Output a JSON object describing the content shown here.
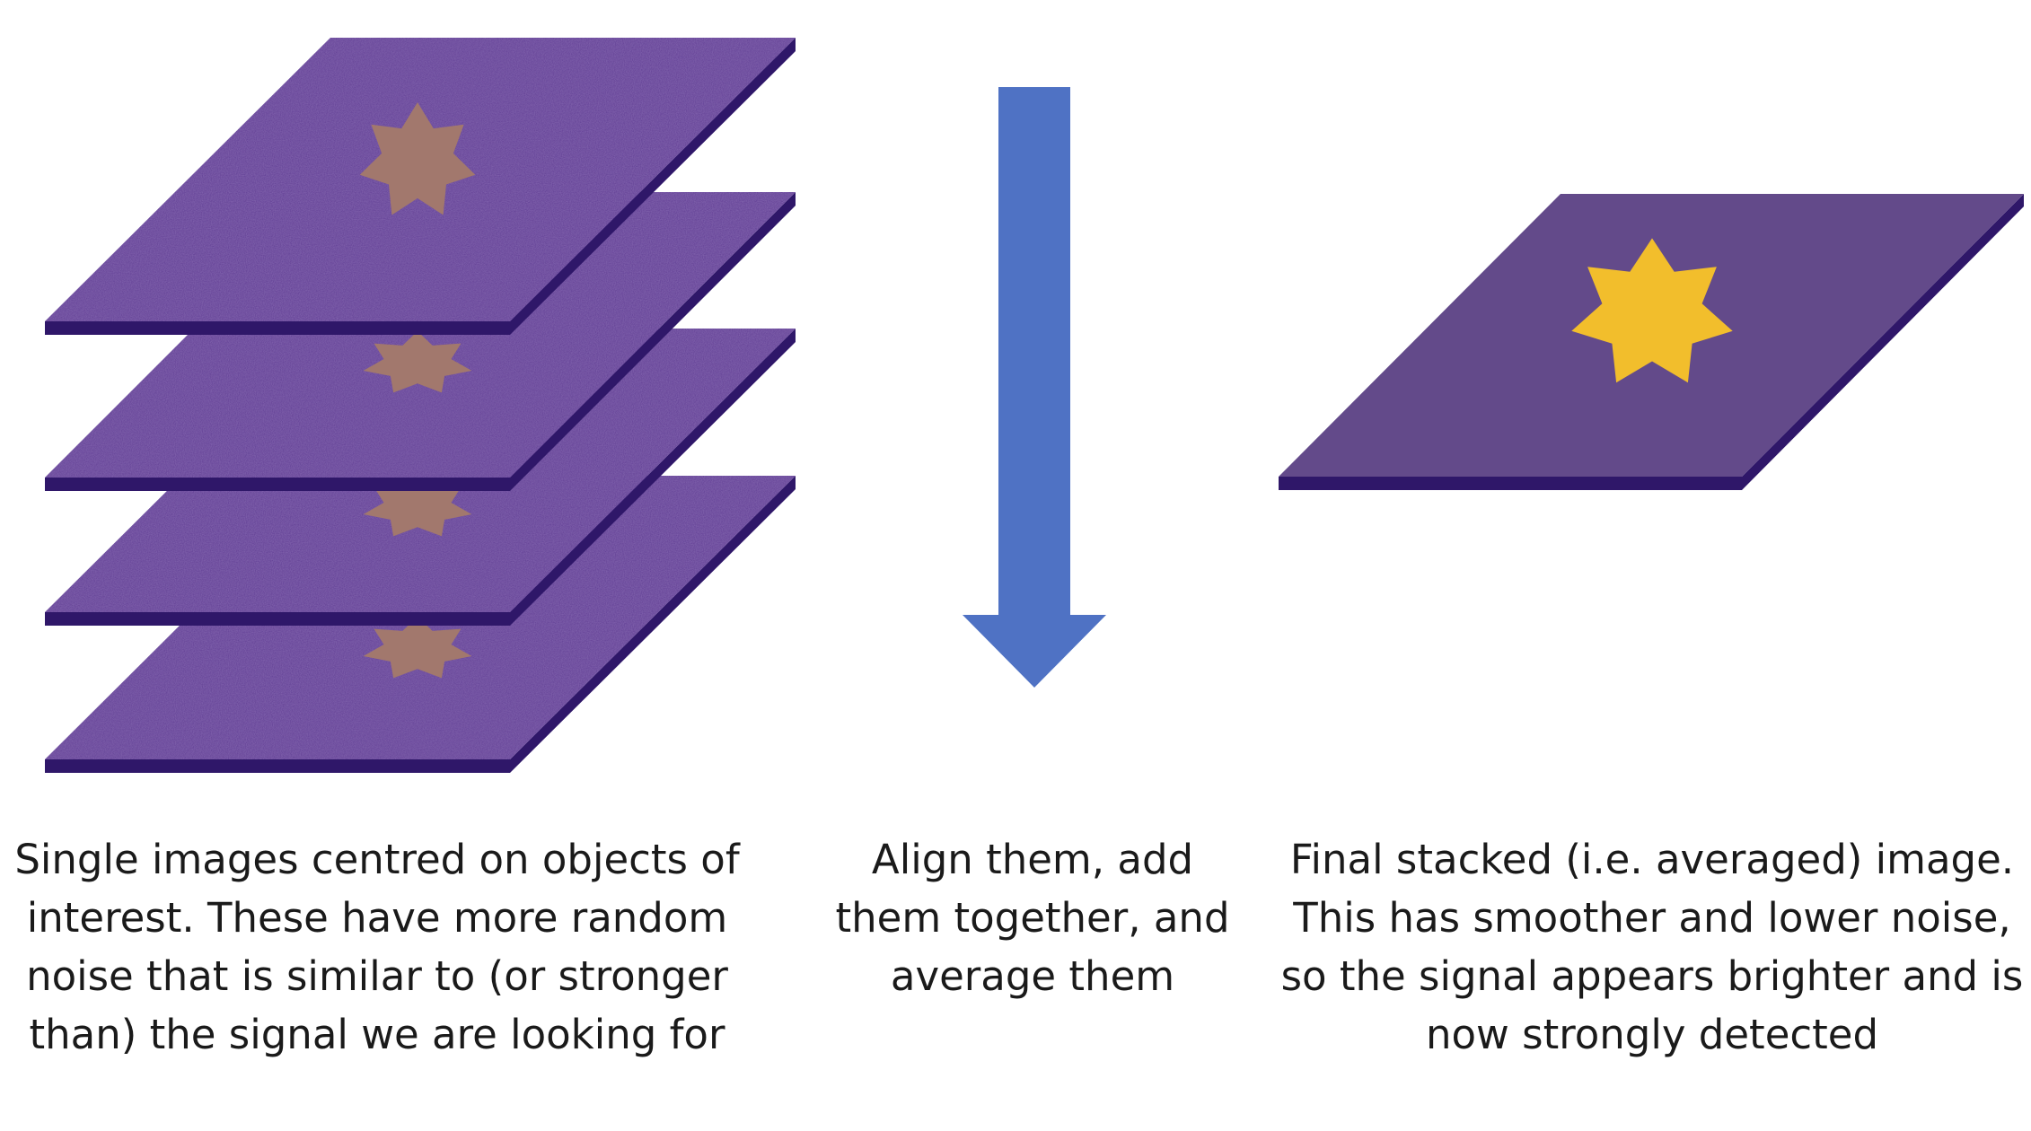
{
  "captions": {
    "left": "Single images centred on objects of interest. These have more random noise that is similar to (or stronger than) the signal we are looking for",
    "middle": "Align them, add them together, and average them",
    "right": "Final stacked (i.e. averaged) image. This has smoother and lower noise, so the signal appears brighter and is now strongly detected"
  },
  "colors": {
    "plate_top": "#5e3a93",
    "plate_edge": "#2f1769",
    "plate_final": "#634a8a",
    "faint_star": "#a2786d",
    "bright_star": "#f2be2c",
    "arrow": "#4f72c4"
  },
  "icons": {
    "faint_star": "seven-point-star-icon",
    "bright_star": "seven-point-star-icon",
    "arrow": "arrow-down-icon"
  }
}
